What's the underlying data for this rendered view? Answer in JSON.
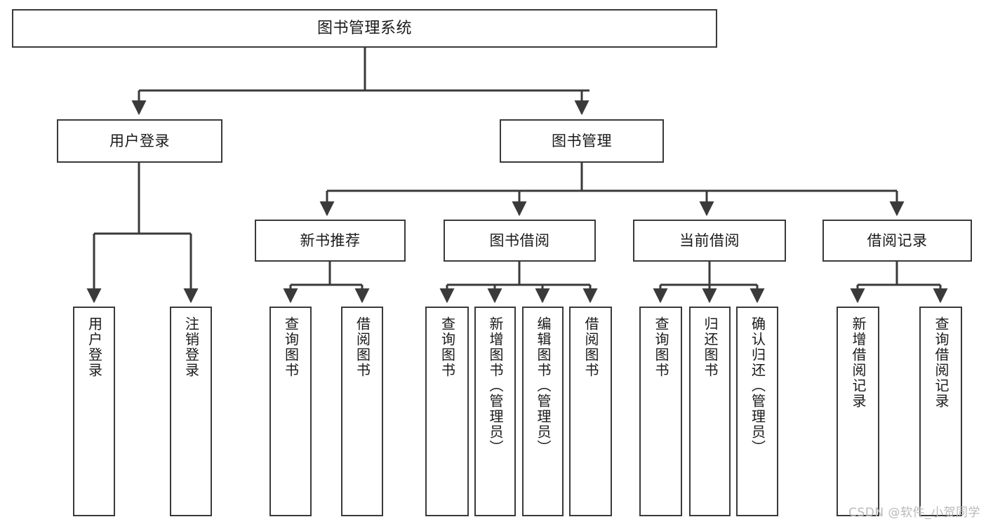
{
  "diagram": {
    "title": "图书管理系统",
    "type": "tree-hierarchy",
    "watermark": "CSDN @软件_小贺同学",
    "root": {
      "id": "root",
      "label": "图书管理系统"
    },
    "level2": [
      {
        "id": "user-login",
        "label": "用户登录"
      },
      {
        "id": "book-manage",
        "label": "图书管理"
      }
    ],
    "level3": [
      {
        "id": "new-book-recommend",
        "label": "新书推荐"
      },
      {
        "id": "book-borrow",
        "label": "图书借阅"
      },
      {
        "id": "current-borrow",
        "label": "当前借阅"
      },
      {
        "id": "borrow-record",
        "label": "借阅记录"
      }
    ],
    "leaves": [
      {
        "id": "leaf-user-login",
        "label": "用户登录",
        "parent": "user-login"
      },
      {
        "id": "leaf-user-logout",
        "label": "注销登录",
        "parent": "user-login"
      },
      {
        "id": "leaf-query-book-1",
        "label": "查询图书",
        "parent": "new-book-recommend"
      },
      {
        "id": "leaf-borrow-book-1",
        "label": "借阅图书",
        "parent": "new-book-recommend"
      },
      {
        "id": "leaf-query-book-2",
        "label": "查询图书",
        "parent": "book-borrow"
      },
      {
        "id": "leaf-add-book",
        "label": "新增图书（管理员）",
        "parent": "book-borrow"
      },
      {
        "id": "leaf-edit-book",
        "label": "编辑图书（管理员）",
        "parent": "book-borrow"
      },
      {
        "id": "leaf-borrow-book-2",
        "label": "借阅图书",
        "parent": "book-borrow"
      },
      {
        "id": "leaf-query-book-3",
        "label": "查询图书",
        "parent": "current-borrow"
      },
      {
        "id": "leaf-return-book",
        "label": "归还图书",
        "parent": "current-borrow"
      },
      {
        "id": "leaf-confirm-return",
        "label": "确认归还（管理员）",
        "parent": "current-borrow"
      },
      {
        "id": "leaf-add-record",
        "label": "新增借阅记录",
        "parent": "borrow-record"
      },
      {
        "id": "leaf-query-record",
        "label": "查询借阅记录",
        "parent": "borrow-record"
      }
    ],
    "colors": {
      "stroke": "#3a3a3a",
      "fill": "#ffffff",
      "text": "#1a1a1a",
      "watermark": "#b9b9b9"
    }
  }
}
